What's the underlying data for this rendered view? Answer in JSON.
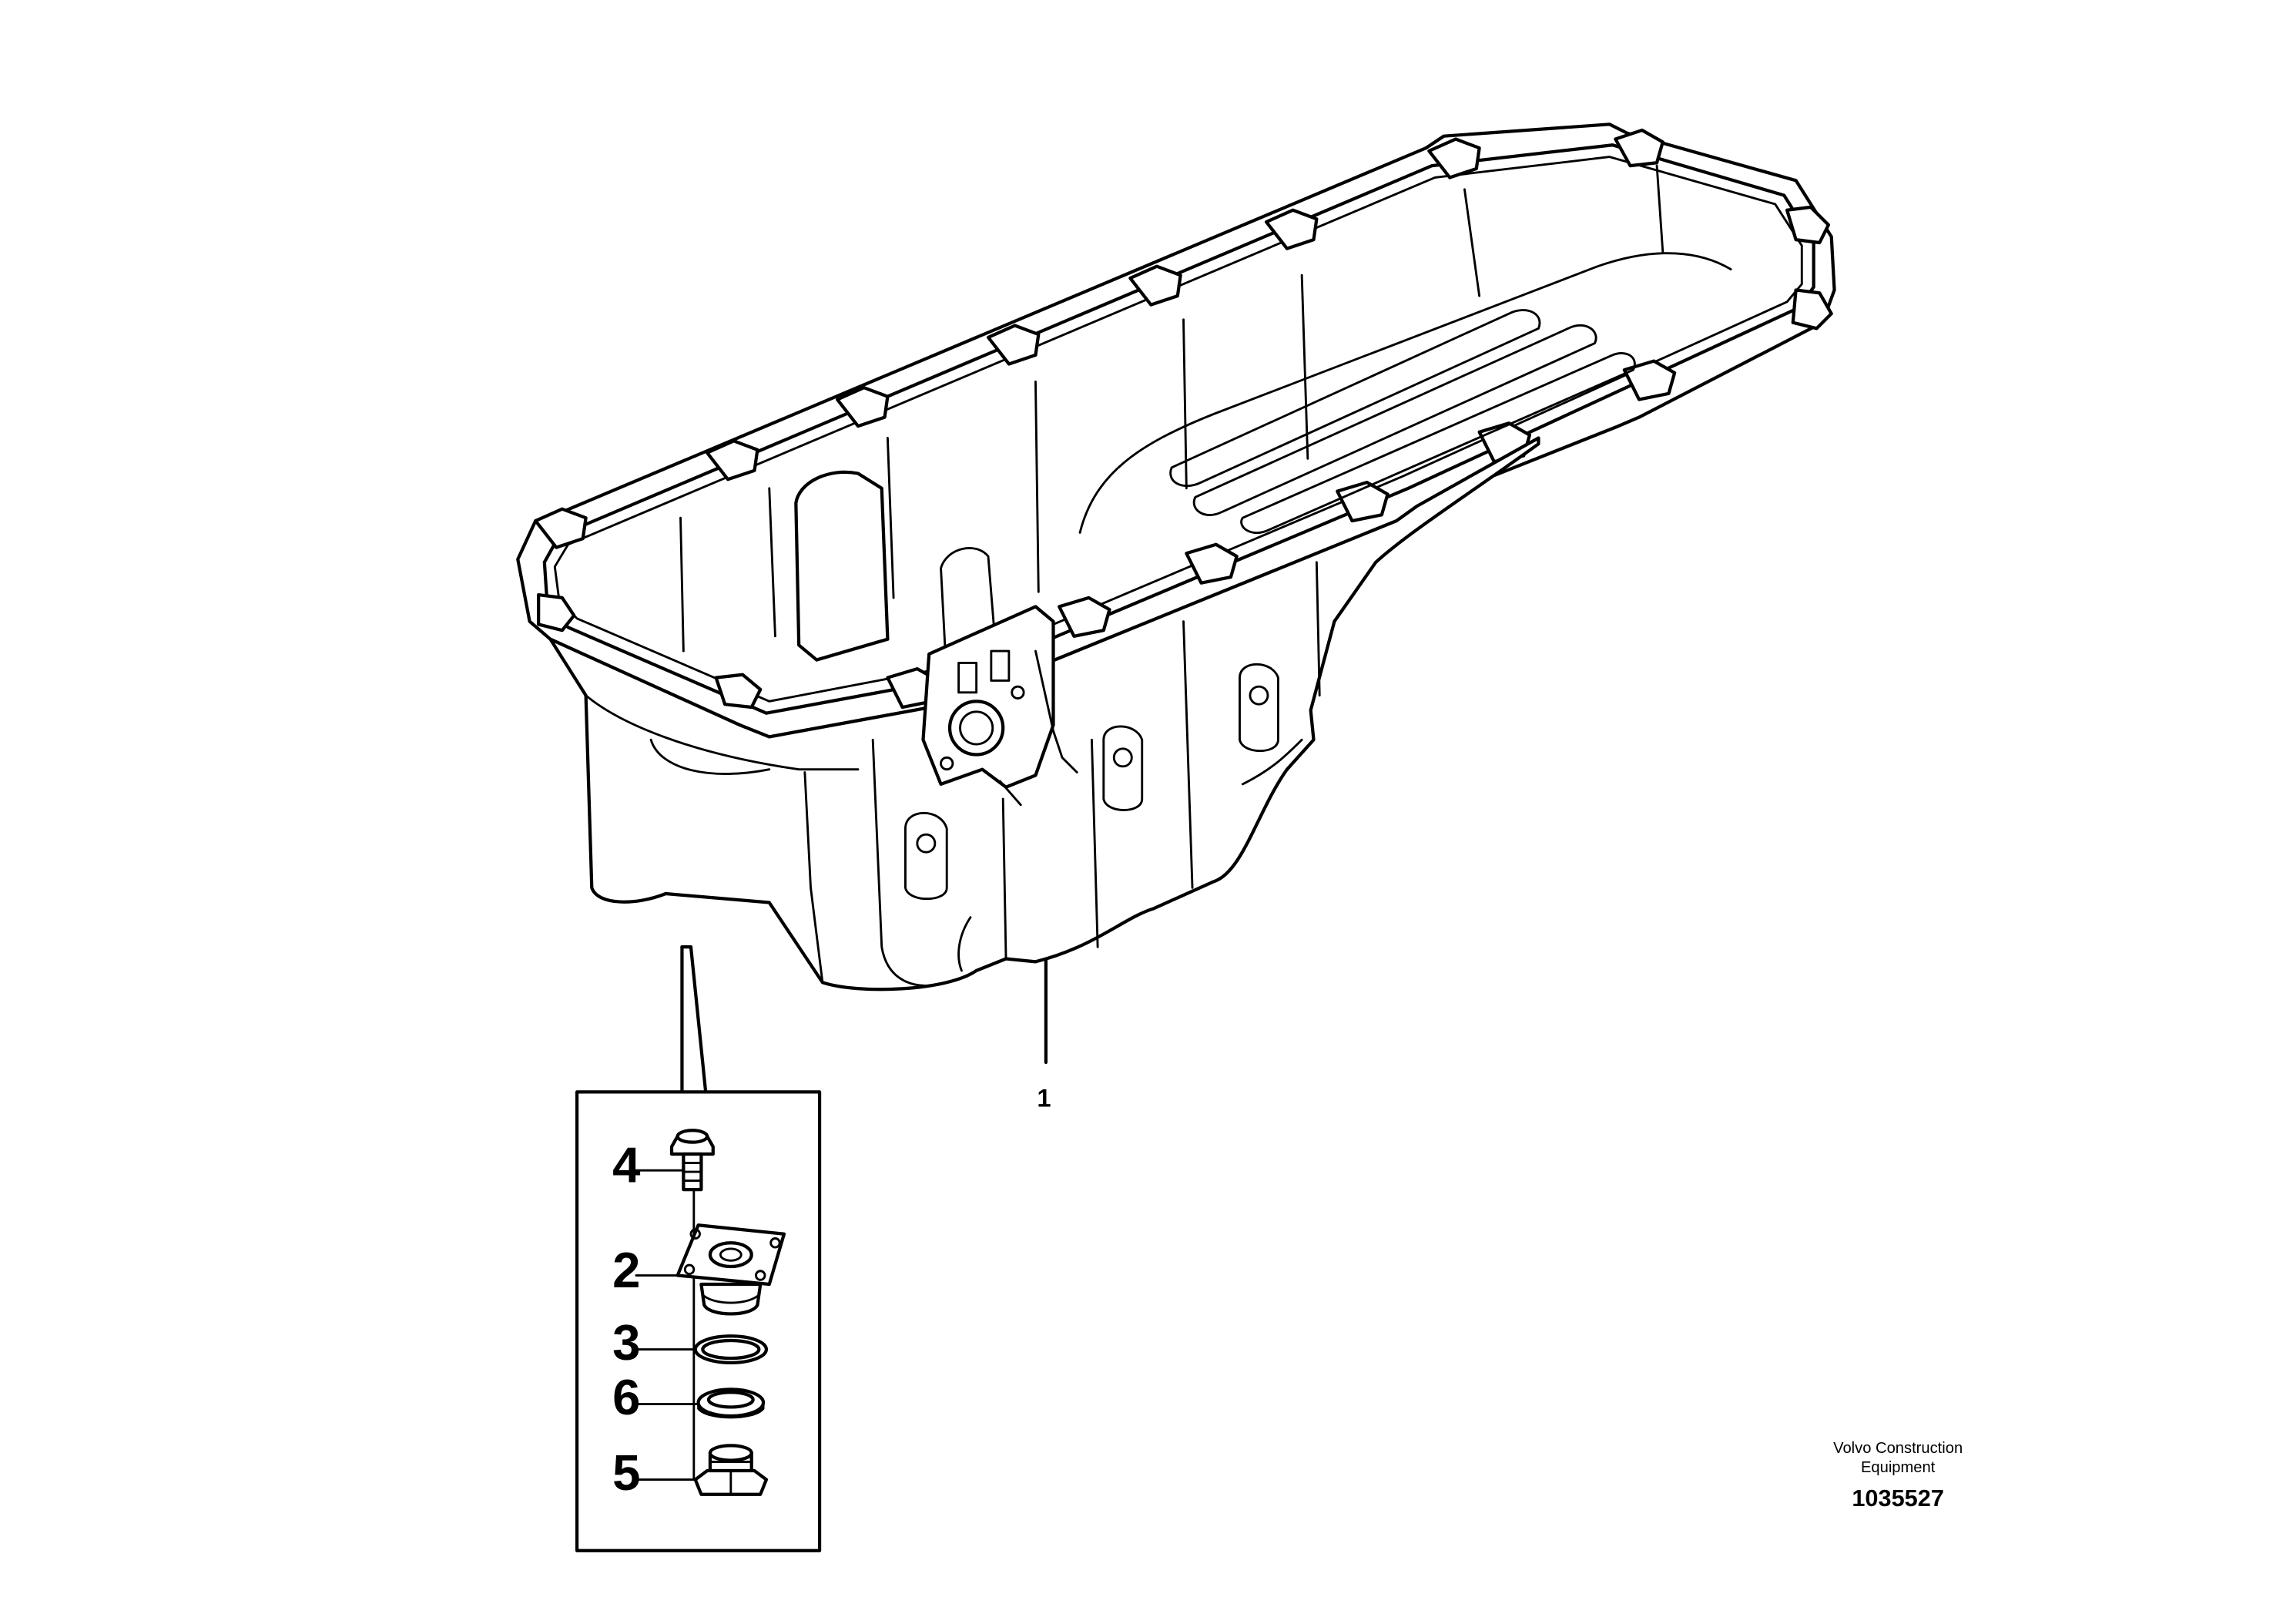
{
  "callouts": {
    "c1": "1",
    "c2": "2",
    "c3": "3",
    "c4": "4",
    "c5": "5",
    "c6": "6"
  },
  "brand": {
    "line1": "Volvo Construction",
    "line2": "Equipment"
  },
  "document_number": "1035527"
}
